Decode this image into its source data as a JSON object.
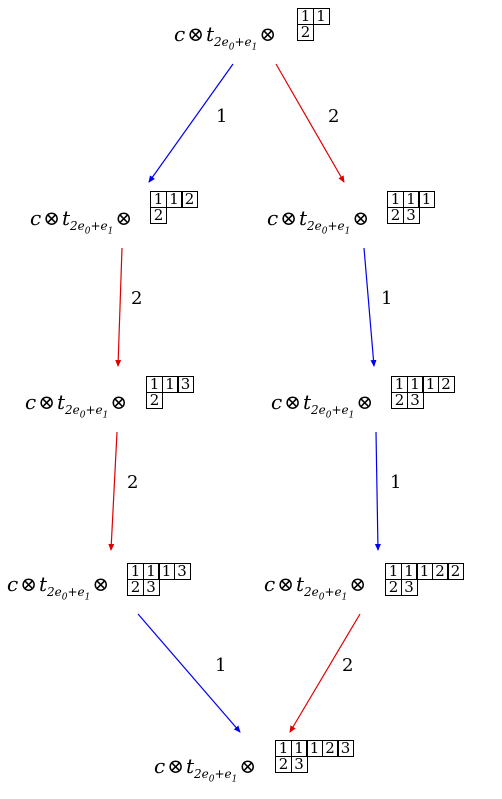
{
  "label": {
    "c": "c",
    "otimes": "⊗",
    "t": "t",
    "sub_2e": "2e",
    "sub_0": "0",
    "sub_plus": "+e",
    "sub_1": "1"
  },
  "nodes": [
    {
      "id": "top",
      "rows": [
        [
          "1",
          "1"
        ],
        [
          "2"
        ]
      ]
    },
    {
      "id": "l1",
      "rows": [
        [
          "1",
          "1",
          "2"
        ],
        [
          "2"
        ]
      ]
    },
    {
      "id": "r1",
      "rows": [
        [
          "1",
          "1",
          "1"
        ],
        [
          "2",
          "3"
        ]
      ]
    },
    {
      "id": "l2",
      "rows": [
        [
          "1",
          "1",
          "3"
        ],
        [
          "2"
        ]
      ]
    },
    {
      "id": "r2",
      "rows": [
        [
          "1",
          "1",
          "1",
          "2"
        ],
        [
          "2",
          "3"
        ]
      ]
    },
    {
      "id": "l3",
      "rows": [
        [
          "1",
          "1",
          "1",
          "3"
        ],
        [
          "2",
          "3"
        ]
      ]
    },
    {
      "id": "r3",
      "rows": [
        [
          "1",
          "1",
          "1",
          "2",
          "2"
        ],
        [
          "2",
          "3"
        ]
      ]
    },
    {
      "id": "bottom",
      "rows": [
        [
          "1",
          "1",
          "1",
          "2",
          "3"
        ],
        [
          "2",
          "3"
        ]
      ]
    }
  ],
  "edges": [
    {
      "from": "top",
      "to": "l1",
      "label": "1",
      "color": "#0000ee"
    },
    {
      "from": "top",
      "to": "r1",
      "label": "2",
      "color": "#dd0000"
    },
    {
      "from": "l1",
      "to": "l2",
      "label": "2",
      "color": "#dd0000"
    },
    {
      "from": "r1",
      "to": "r2",
      "label": "1",
      "color": "#0000ee"
    },
    {
      "from": "l2",
      "to": "l3",
      "label": "2",
      "color": "#dd0000"
    },
    {
      "from": "r2",
      "to": "r3",
      "label": "1",
      "color": "#0000ee"
    },
    {
      "from": "l3",
      "to": "bottom",
      "label": "1",
      "color": "#0000ee"
    },
    {
      "from": "r3",
      "to": "bottom",
      "label": "2",
      "color": "#dd0000"
    }
  ]
}
